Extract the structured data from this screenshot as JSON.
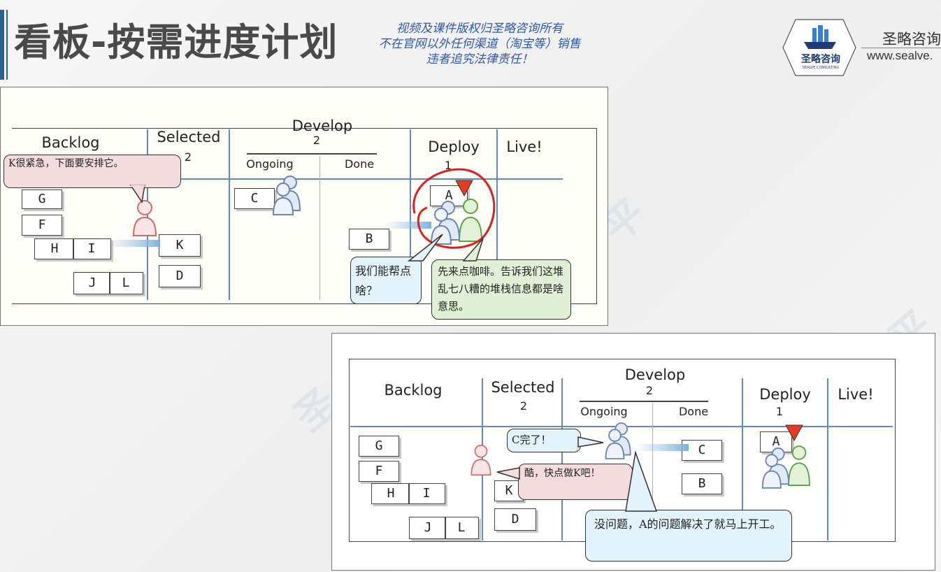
{
  "header": {
    "title": "看板-按需进度计划",
    "copyright_lines": [
      "视频及课件版权归圣略咨询所有",
      "不在官网以外任何渠道（淘宝等）销售",
      "违者追究法律责任！"
    ]
  },
  "logo": {
    "text": "圣略咨询",
    "subtext": "SEALVE CONSULTING",
    "company_name": "圣略咨询",
    "url": "www.sealve."
  },
  "colors": {
    "title_text": "#4a4a4a",
    "accent_bar": "#2c5f93",
    "copyright": "#2d58b8",
    "board_lines": "#5e8ac4",
    "wip_marker": "#e53b1f",
    "highlight_circle": "#e02020"
  },
  "board1": {
    "columns": {
      "backlog": "Backlog",
      "selected": "Selected",
      "selected_limit": "2",
      "develop": "Develop",
      "develop_limit": "2",
      "ongoing": "Ongoing",
      "done": "Done",
      "deploy": "Deploy",
      "deploy_limit": "1",
      "live": "Live!"
    },
    "cards": {
      "g": "G",
      "f": "F",
      "h": "H",
      "i": "I",
      "j": "J",
      "l": "L",
      "k": "K",
      "d": "D",
      "c": "C",
      "b": "B",
      "a": "A"
    },
    "bubbles": {
      "k_urgent": "K很紧急，下面要安排它。",
      "can_help": "我们能帮点啥？",
      "coffee": "先来点咖啡。告诉我们这堆乱七八糟的堆栈信息都是啥意思。"
    }
  },
  "board2": {
    "columns": {
      "backlog": "Backlog",
      "selected": "Selected",
      "selected_limit": "2",
      "develop": "Develop",
      "develop_limit": "2",
      "ongoing": "Ongoing",
      "done": "Done",
      "deploy": "Deploy",
      "deploy_limit": "1",
      "live": "Live!"
    },
    "cards": {
      "g": "G",
      "f": "F",
      "h": "H",
      "i": "I",
      "j": "J",
      "l": "L",
      "k": "K",
      "d": "D",
      "c": "C",
      "b": "B",
      "a": "A"
    },
    "bubbles": {
      "c_done": "C完了！",
      "cool": "酷，快点做K吧！",
      "no_problem": "没问题，A的问题解决了就马上开工。"
    }
  },
  "icons": [
    "person-group-icon",
    "person-icon",
    "wip-limit-marker-icon",
    "logo-ship-icon"
  ]
}
